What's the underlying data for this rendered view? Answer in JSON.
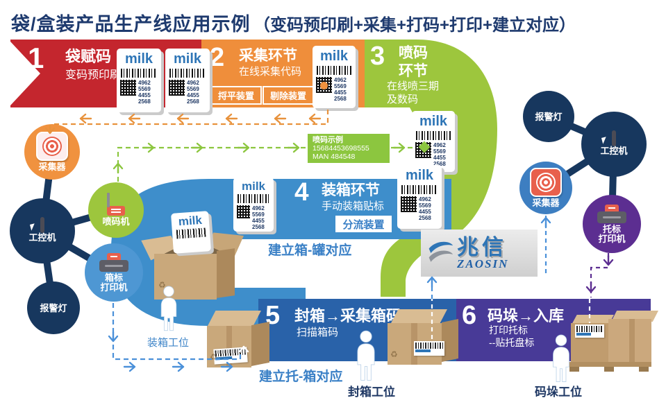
{
  "title": {
    "main": "袋/盒装产品生产线应用示例",
    "paren": "（变码预印刷+采集+打码+打印+建立对应）"
  },
  "steps": {
    "s1": {
      "num": "1",
      "title": "袋赋码",
      "subtitle": "变码预印刷"
    },
    "s2": {
      "num": "2",
      "title": "采集环节",
      "subtitle": "在线采集代码",
      "btn1": "捋平装置",
      "btn2": "剔除装置"
    },
    "s3": {
      "num": "3",
      "title1": "喷码",
      "title2": "环节",
      "sub1": "在线喷三期",
      "sub2": "及数码"
    },
    "s4": {
      "num": "4",
      "title": "装箱环节",
      "subtitle": "手动装箱贴标",
      "device": "分流装置",
      "caption": "建立箱-罐对应"
    },
    "s5": {
      "num": "5",
      "title": "封箱→采集箱码",
      "subtitle": "扫描箱码",
      "caption": "建立托-箱对应"
    },
    "s6": {
      "num": "6",
      "title": "码垛→入库",
      "sub1": "打印托标",
      "sub2": "--贴托盘标"
    }
  },
  "stations": {
    "packing": "装箱工位",
    "sealing": "封箱工位",
    "palletizing": "码垛工位"
  },
  "devices_left": {
    "collector": "采集器",
    "inkjet": "喷码机",
    "ipc": "工控机",
    "box_printer1": "箱标",
    "box_printer2": "打印机",
    "alarm": "报警灯"
  },
  "devices_right": {
    "alarm": "报警灯",
    "ipc": "工控机",
    "collector": "采集器",
    "pallet_printer1": "托标",
    "pallet_printer2": "打印机"
  },
  "carton": {
    "brand": "milk",
    "codes": [
      "4962",
      "5569",
      "4455",
      "2568"
    ]
  },
  "code_sample": {
    "title": "喷码示例",
    "line1": "15684453698555",
    "line2": "MAN 484548"
  },
  "logo": {
    "cn": "兆信",
    "en": "ZAOSIN"
  },
  "icons": {
    "recycle": "♻"
  },
  "colors": {
    "red": "#C4262E",
    "orange": "#EF8E3B",
    "green": "#9DC63D",
    "blue": "#3E8ECB",
    "navy_band": "#2962A9",
    "purple": "#483A97",
    "circle_navy": "#17375E",
    "light_blue": "#4E97D3",
    "collector_blue": "#3D7EC1",
    "printer_purple": "#5C2E91",
    "dashed_blue": "#4A90D9",
    "caption_blue": "#3A80C6",
    "title_navy": "#1F3864",
    "milk_blue": "#2E75B6"
  }
}
